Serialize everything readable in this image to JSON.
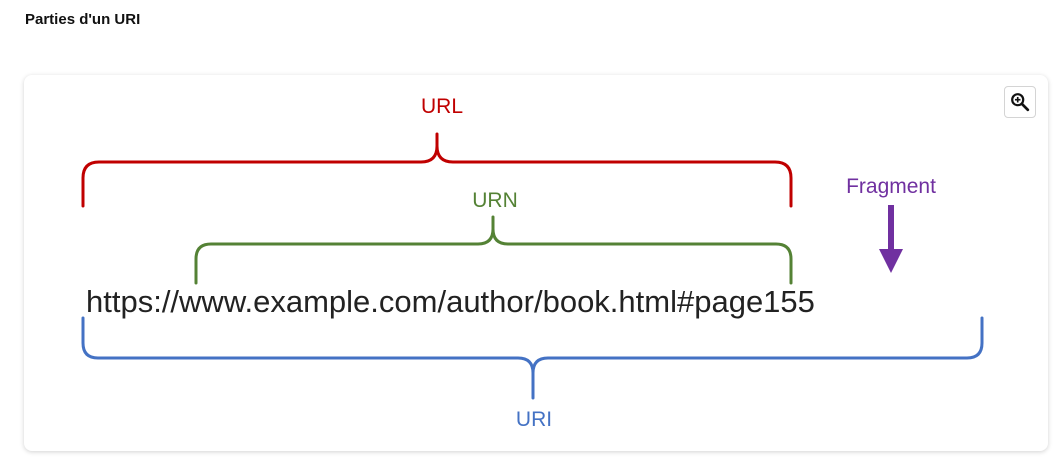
{
  "page": {
    "title": "Parties d'un URI"
  },
  "diagram": {
    "uri_text": "https://www.example.com/author/book.html#page155",
    "labels": {
      "url": "URL",
      "urn": "URN",
      "fragment": "Fragment",
      "uri": "URI"
    },
    "colors": {
      "url": "#c00000",
      "urn": "#548235",
      "fragment": "#7030a0",
      "uri": "#4472c4"
    },
    "zoom_icon": "zoom-in-icon"
  }
}
